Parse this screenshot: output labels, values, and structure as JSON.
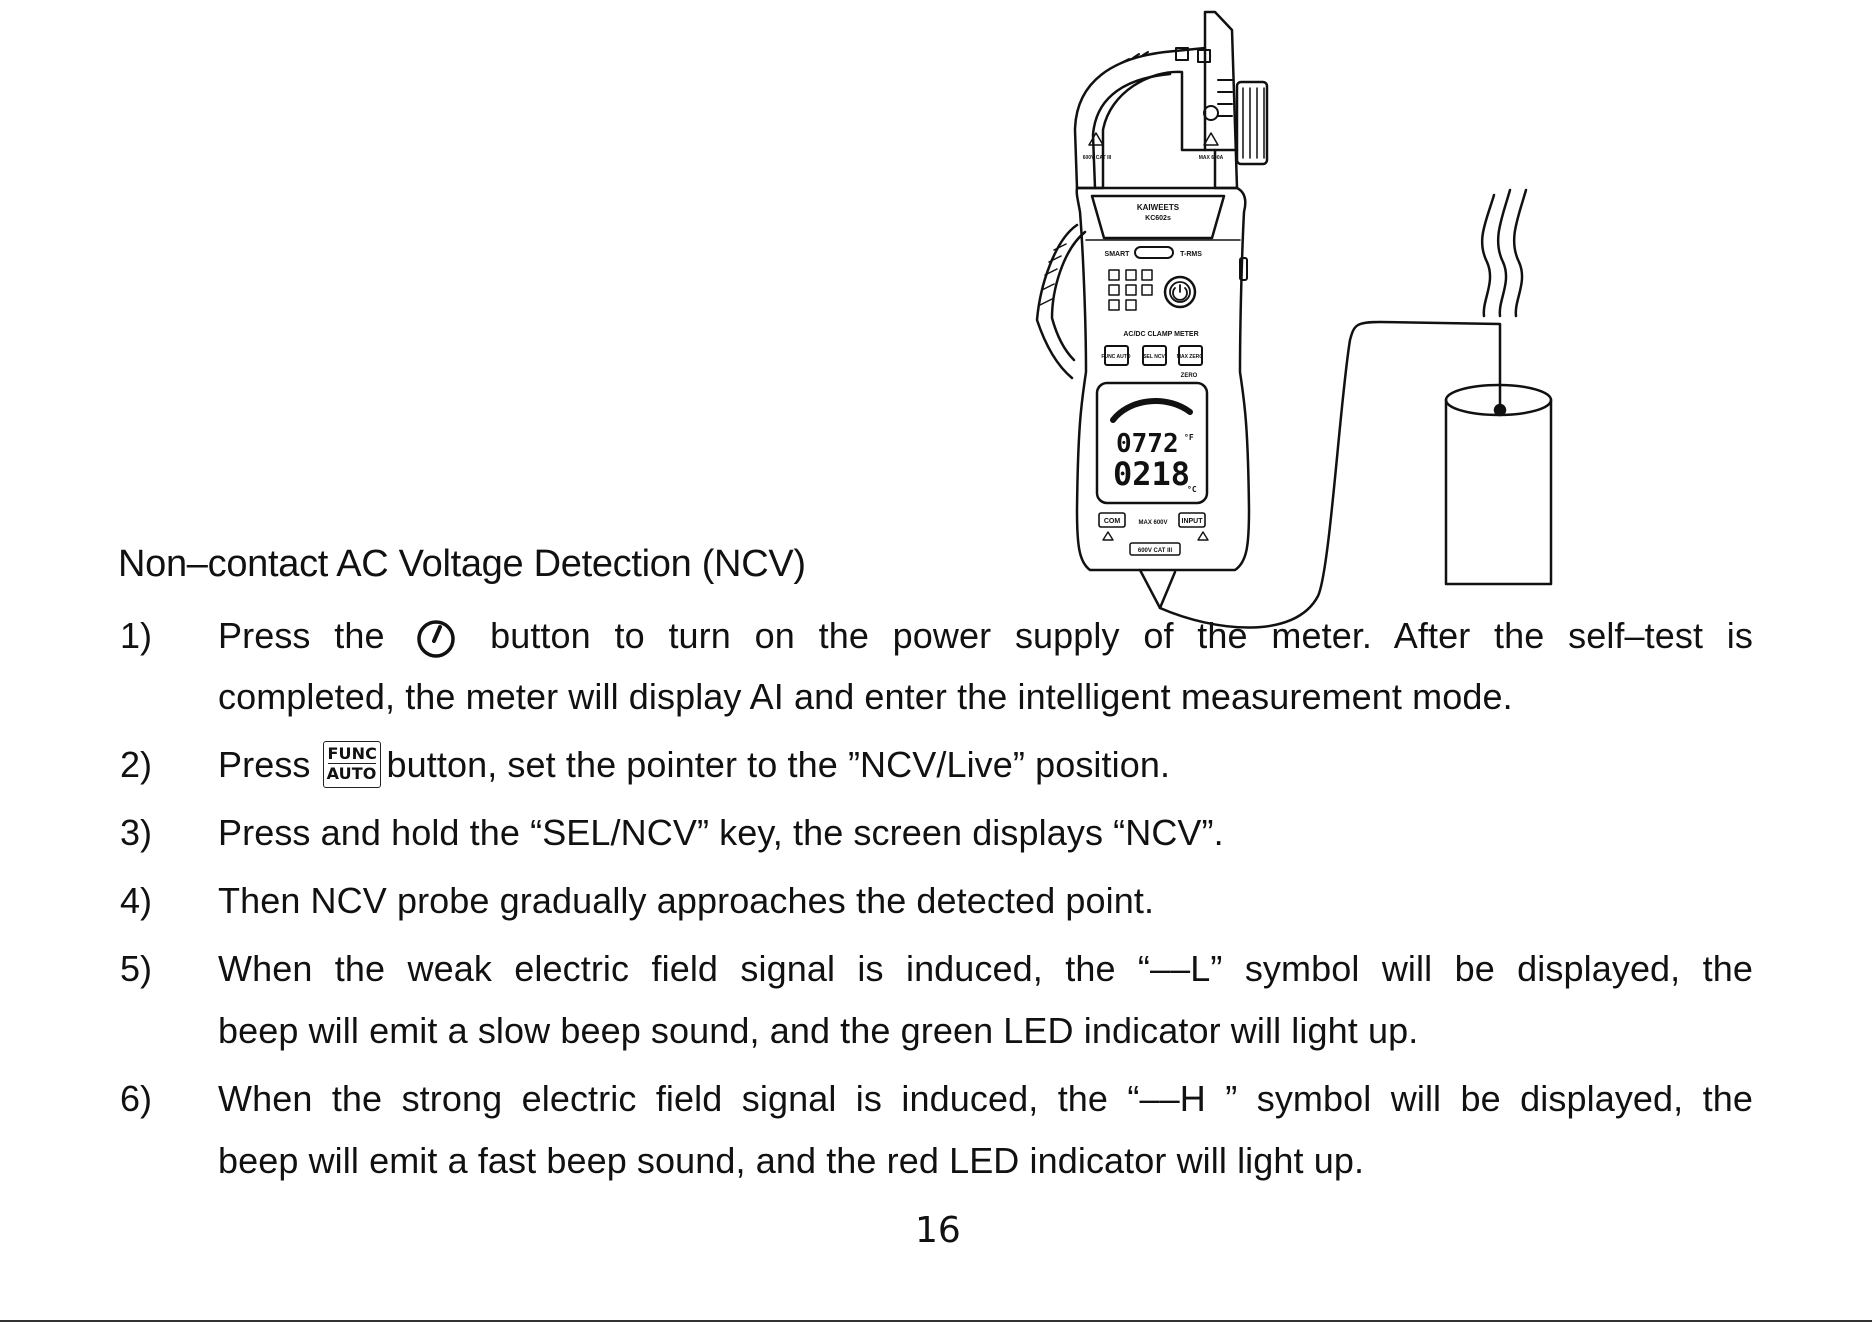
{
  "illustration": {
    "brand": "KAIWEETS",
    "model": "KC602s",
    "smart_label": "SMART",
    "trms_label": "T-RMS",
    "meter_type": "AC/DC CLAMP METER",
    "keys": [
      "FUNC AUTO",
      "SEL NCV",
      "MAX ZERO"
    ],
    "zero_label": "ZERO",
    "display_top": "0772",
    "display_top_unit": "°F",
    "display_bottom": "0218",
    "display_bottom_unit": "°C",
    "com_label": "COM",
    "input_label": "INPUT",
    "max_rating": "MAX 600V",
    "cat_rating": "600V CAT III",
    "jaw_left_rating": "600V CAT III",
    "jaw_right_rating": "MAX 600A"
  },
  "heading": "Non–contact AC Voltage Detection (NCV)",
  "items": [
    {
      "num": "1)",
      "line1_pre": "Press the",
      "line1_post": "button to turn on the power supply of the meter. After the self–test is",
      "line2": "completed, the meter will display AI   and enter the intelligent measurement mode."
    },
    {
      "num": "2)",
      "pre": "Press",
      "key_top": "FUNC",
      "key_bottom": "AUTO",
      "post": "button, set the pointer to the ”NCV/Live” position."
    },
    {
      "num": "3)",
      "text": "Press and hold the “SEL/NCV” key, the screen displays “NCV”."
    },
    {
      "num": "4)",
      "text": "Then NCV probe gradually approaches the detected point."
    },
    {
      "num": "5)",
      "line1": "When the weak electric field signal is induced, the “––L” symbol will be displayed, the",
      "line2": "beep will emit a slow beep sound, and the green LED indicator will light up."
    },
    {
      "num": "6)",
      "line1": "When the strong electric field signal is induced, the “––H ” symbol will be displayed, the",
      "line2": "beep will emit a fast beep sound, and the red LED indicator will light up."
    }
  ],
  "page_number": "16"
}
